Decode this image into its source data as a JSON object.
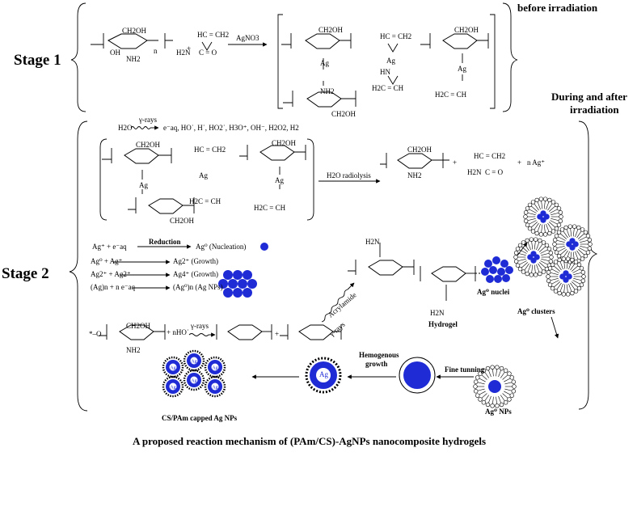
{
  "headers": {
    "before": "before irradiation",
    "during_line1": "During and after",
    "during_line2": "irradiation"
  },
  "stages": {
    "stage1": "Stage 1",
    "stage2": "Stage 2"
  },
  "stage1": {
    "chitosan": {
      "ch2oh": "CH2OH",
      "oh": "OH",
      "nh2": "NH2",
      "n": "n",
      "h": "H"
    },
    "plus": "+",
    "acrylamide": {
      "top": "HC = CH2",
      "bottom": "H2N",
      "co": "C = O"
    },
    "reagent": "AgNO3",
    "complex": {
      "ag": "Ag",
      "ch2oh": "CH2OH",
      "nh2": "NH2",
      "hn": "HN",
      "hcch": "HC = CH2",
      "h2c": "H2C = CH"
    }
  },
  "stage2": {
    "radiolysis_reactant": "H2O",
    "radiolysis_reagent": "γ-rays",
    "radiolysis_products": "e⁻aq, HO˙, H˙, HO2˙, H3O⁺, OH⁻, H2O2, H2",
    "h2o_radiolysis": "H2O radiolysis",
    "products_right": {
      "plus1": "+",
      "acryl_top": "HC = CH2",
      "acryl_bottom": "H2N",
      "co": "C = O",
      "plus2": "+",
      "ag": "n Ag⁺"
    },
    "reactions": [
      {
        "lhs": "Ag⁺ + e⁻aq",
        "reagent": "Reduction",
        "rhs": "Ag⁰ (Nucleation)"
      },
      {
        "lhs": "Ag⁰ + Ag⁺",
        "reagent": "",
        "rhs": "Ag2⁺ (Growth)"
      },
      {
        "lhs": "Ag2⁺ + Ag2⁺",
        "reagent": "",
        "rhs": "Ag4⁺ (Growth)"
      },
      {
        "lhs": "(Ag)n + n e⁻aq",
        "reagent": "",
        "rhs": "(Ag⁰)n (Ag NPs)"
      }
    ],
    "radical_step": {
      "lhs_prefix": "*–O",
      "plus_radical": "+ nHO˙",
      "reagent": "γ-rays",
      "plus": "+"
    },
    "acrylamide_step": {
      "label": "Acrylamide",
      "reagent": "γ-rays"
    },
    "hydrogel_label": "Hydrogel",
    "ag_nuclei": "Ag⁰ nuclei",
    "ag_clusters": "Ag⁰ clusters",
    "ag_nps": "Ag⁰ NPs",
    "fine_tuning": "Fine tunning",
    "hemogenous": "Hemogenous",
    "growth": "growth",
    "ag_core": "Ag",
    "capped_label": "CS/PAm capped Ag NPs"
  },
  "caption": "A proposed reaction mechanism of (PAm/CS)-AgNPs nanocomposite hydrogels",
  "colors": {
    "nanoparticle": "#1f2cd6",
    "line": "#000000"
  }
}
